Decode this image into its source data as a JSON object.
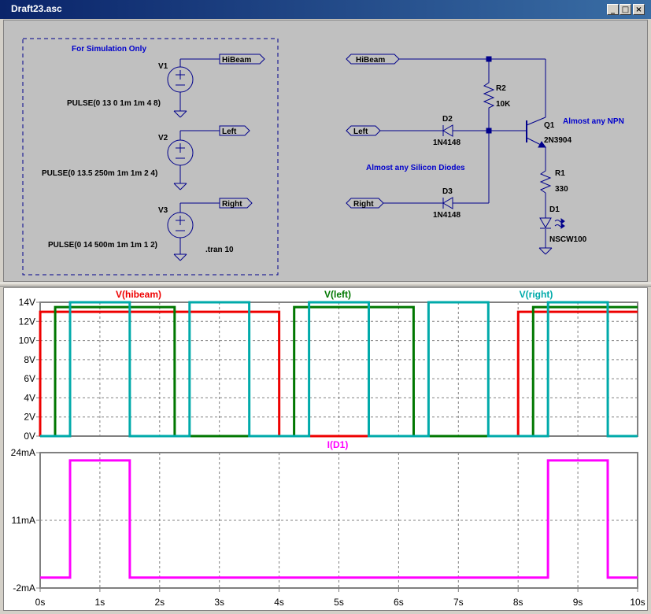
{
  "window": {
    "title": "Draft23.asc",
    "min_glyph": "_",
    "max_glyph": "□",
    "close_glyph": "×"
  },
  "schematic": {
    "sim_box_label": "For Simulation Only",
    "v1": {
      "name": "V1",
      "params": "PULSE(0 13 0 1m 1m 4 8)",
      "net": "HiBeam"
    },
    "v2": {
      "name": "V2",
      "params": "PULSE(0 13.5 250m 1m 1m 2 4)",
      "net": "Left"
    },
    "v3": {
      "name": "V3",
      "params": "PULSE(0 14 500m 1m 1m 1 2)",
      "net": "Right"
    },
    "tran": ".tran 10",
    "ports": {
      "hibeam": "HiBeam",
      "left": "Left",
      "right": "Right"
    },
    "r2": {
      "name": "R2",
      "value": "10K"
    },
    "d2": {
      "name": "D2",
      "model": "1N4148"
    },
    "d3": {
      "name": "D3",
      "model": "1N4148"
    },
    "q1": {
      "name": "Q1",
      "model": "2N3904"
    },
    "r1": {
      "name": "R1",
      "value": "330"
    },
    "d1": {
      "name": "D1",
      "model": "NSCW100"
    },
    "note_npn": "Almost any NPN",
    "note_diodes": "Almost any Silicon Diodes",
    "colors": {
      "wire": "#00008b",
      "text": "#000000",
      "note": "#0000cc",
      "box": "#00008b"
    }
  },
  "waveform": {
    "time_ticks": [
      "0s",
      "1s",
      "2s",
      "3s",
      "4s",
      "5s",
      "6s",
      "7s",
      "8s",
      "9s",
      "10s"
    ],
    "colors": {
      "hibeam": "#ee0000",
      "left": "#007700",
      "right": "#00aaaa",
      "d1": "#ff00ff",
      "grid": "#808080"
    },
    "chart_data": [
      {
        "type": "line",
        "xlabel": "",
        "ylabel": "",
        "xlim": [
          0,
          10
        ],
        "ylim": [
          0,
          14
        ],
        "y_ticks": [
          "0V",
          "2V",
          "4V",
          "6V",
          "8V",
          "10V",
          "12V",
          "14V"
        ],
        "grid": true,
        "series": [
          {
            "name": "V(hibeam)",
            "key": "hibeam",
            "x": [
              0,
              0.001,
              4.0,
              4.001,
              8.0,
              8.001,
              10
            ],
            "y": [
              0,
              13,
              13,
              0,
              0,
              13,
              13
            ]
          },
          {
            "name": "V(left)",
            "key": "left",
            "x": [
              0,
              0.25,
              0.251,
              2.25,
              2.251,
              4.25,
              4.251,
              6.25,
              6.251,
              8.25,
              8.251,
              10
            ],
            "y": [
              0,
              0,
              13.5,
              13.5,
              0,
              0,
              13.5,
              13.5,
              0,
              0,
              13.5,
              13.5
            ]
          },
          {
            "name": "V(right)",
            "key": "right",
            "x": [
              0,
              0.5,
              0.501,
              1.5,
              1.501,
              2.5,
              2.501,
              3.5,
              3.501,
              4.5,
              4.501,
              5.5,
              5.501,
              6.5,
              6.501,
              7.5,
              7.501,
              8.5,
              8.501,
              9.5,
              9.501,
              10
            ],
            "y": [
              0,
              0,
              14,
              14,
              0,
              0,
              14,
              14,
              0,
              0,
              14,
              14,
              0,
              0,
              14,
              14,
              0,
              0,
              14,
              14,
              0,
              0
            ]
          }
        ]
      },
      {
        "type": "line",
        "xlabel": "",
        "ylabel": "",
        "xlim": [
          0,
          10
        ],
        "ylim": [
          -2,
          24
        ],
        "y_ticks": [
          "-2mA",
          "11mA",
          "24mA"
        ],
        "grid": true,
        "series": [
          {
            "name": "I(D1)",
            "key": "d1",
            "x": [
              0,
              0.5,
              0.501,
              1.5,
              1.501,
              8.5,
              8.501,
              9.5,
              9.501,
              10
            ],
            "y": [
              0,
              0,
              22.5,
              22.5,
              0,
              0,
              22.5,
              22.5,
              0,
              0
            ]
          }
        ]
      }
    ]
  }
}
